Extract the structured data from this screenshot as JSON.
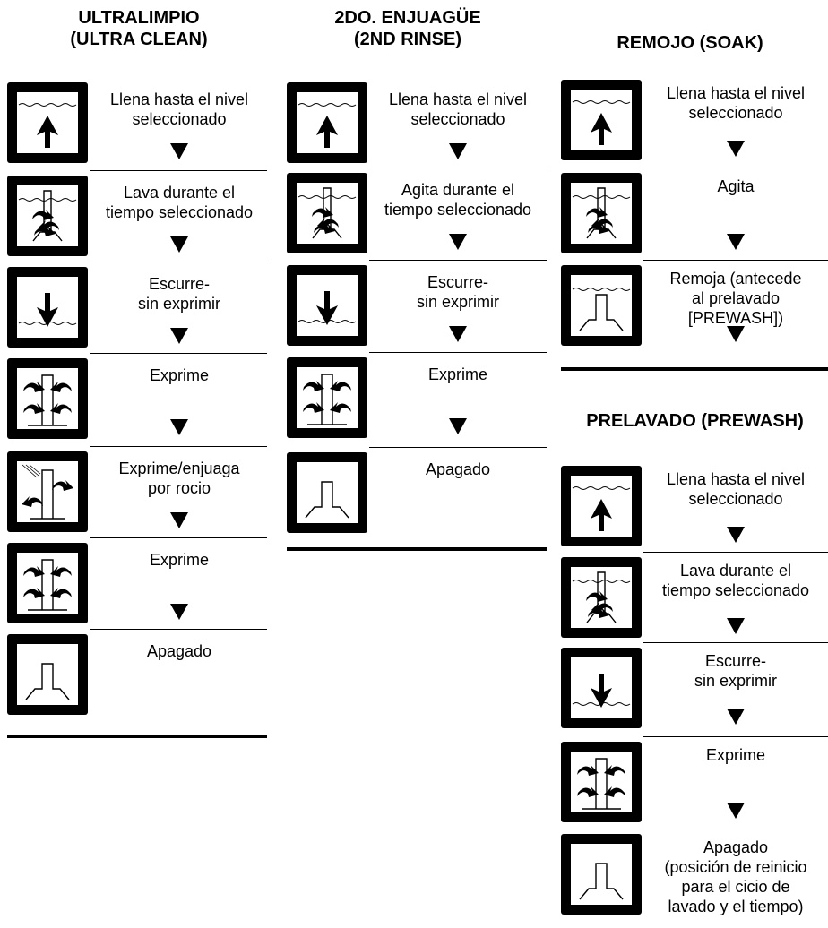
{
  "columns": [
    {
      "id": "ultra-clean",
      "title_lines": [
        "ULTRALIMPIO",
        "(ULTRA CLEAN)"
      ],
      "steps": [
        {
          "icon": "fill-icon",
          "text": "Llena hasta el nivel\nseleccionado",
          "arrow": true
        },
        {
          "icon": "wash-icon",
          "text": "Lava durante el\ntiempo seleccionado",
          "arrow": true
        },
        {
          "icon": "drain-icon",
          "text": "Escurre-\nsin exprimir",
          "arrow": true
        },
        {
          "icon": "spin-icon",
          "text": "Exprime",
          "arrow": true
        },
        {
          "icon": "spray-rinse-icon",
          "text": "Exprime/enjuaga\npor rocio",
          "arrow": true
        },
        {
          "icon": "spin-icon",
          "text": "Exprime",
          "arrow": true
        },
        {
          "icon": "off-icon",
          "text": "Apagado",
          "arrow": false
        }
      ]
    },
    {
      "id": "second-rinse",
      "title_lines": [
        "2DO. ENJUAGÜE",
        "(2ND RINSE)"
      ],
      "steps": [
        {
          "icon": "fill-icon",
          "text": "Llena hasta el nivel\nseleccionado",
          "arrow": true
        },
        {
          "icon": "wash-icon",
          "text": "Agita durante el\ntiempo seleccionado",
          "arrow": true
        },
        {
          "icon": "drain-icon",
          "text": "Escurre-\nsin exprimir",
          "arrow": true
        },
        {
          "icon": "spin-icon",
          "text": "Exprime",
          "arrow": true
        },
        {
          "icon": "off-icon",
          "text": "Apagado",
          "arrow": false
        }
      ]
    },
    {
      "id": "soak",
      "title_lines": [
        "REMOJO (SOAK)"
      ],
      "steps": [
        {
          "icon": "fill-icon",
          "text": "Llena hasta el nivel\nseleccionado",
          "arrow": true
        },
        {
          "icon": "wash-icon",
          "text": "Agita",
          "arrow": true
        },
        {
          "icon": "soak-icon",
          "text": "Remoja (antecede\nal prelavado\n[PREWASH])",
          "arrow": true
        }
      ]
    },
    {
      "id": "prewash",
      "title_lines": [
        "PRELAVADO (PREWASH)"
      ],
      "steps": [
        {
          "icon": "fill-icon",
          "text": "Llena hasta el nivel\nseleccionado",
          "arrow": true
        },
        {
          "icon": "wash-icon",
          "text": "Lava durante el\ntiempo seleccionado",
          "arrow": true
        },
        {
          "icon": "drain-icon",
          "text": "Escurre-\nsin exprimir",
          "arrow": true
        },
        {
          "icon": "spin-icon",
          "text": "Exprime",
          "arrow": true
        },
        {
          "icon": "off-icon",
          "text": "Apagado\n(posición de reinicio\npara el cicio de\nlavado y el tiempo)",
          "arrow": false
        }
      ]
    }
  ]
}
